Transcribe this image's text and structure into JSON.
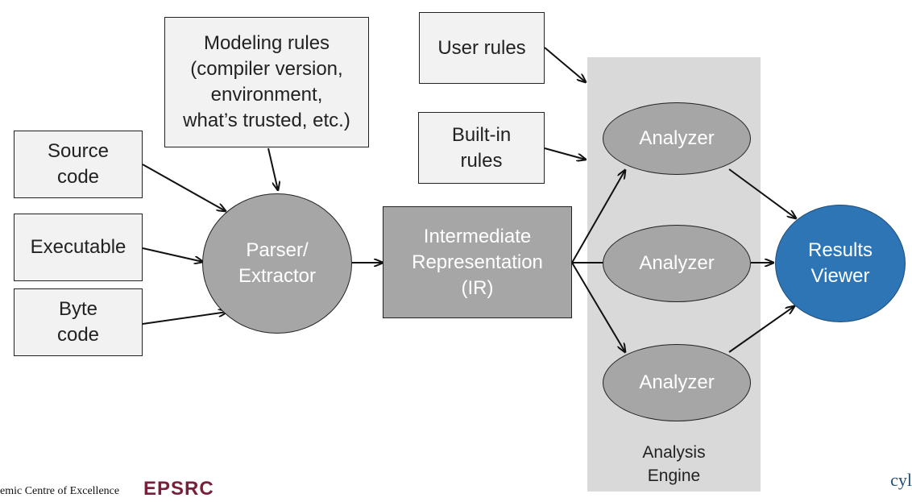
{
  "inputs": {
    "source_code": "Source\ncode",
    "executable": "Executable",
    "byte_code": "Byte\ncode"
  },
  "modeling_rules": "Modeling rules\n(compiler version,\nenvironment,\nwhat’s trusted, etc.)",
  "parser": "Parser/\nExtractor",
  "ir": "Intermediate\nRepresentation\n(IR)",
  "user_rules": "User rules",
  "builtin_rules": "Built-in\nrules",
  "analyzers": [
    "Analyzer",
    "Analyzer",
    "Analyzer"
  ],
  "results_viewer": "Results\nViewer",
  "engine_label": "Analysis\nEngine",
  "footer": {
    "left_text": "emic Centre of Excellence",
    "logo_text": "EPSRC",
    "right_text": "cyl"
  },
  "colors": {
    "box_fill": "#f2f2f2",
    "node_fill": "#a6a6a6",
    "engine_background": "#d9d9d9",
    "results_fill": "#2e75b6",
    "logo": "#7a1f3a"
  }
}
